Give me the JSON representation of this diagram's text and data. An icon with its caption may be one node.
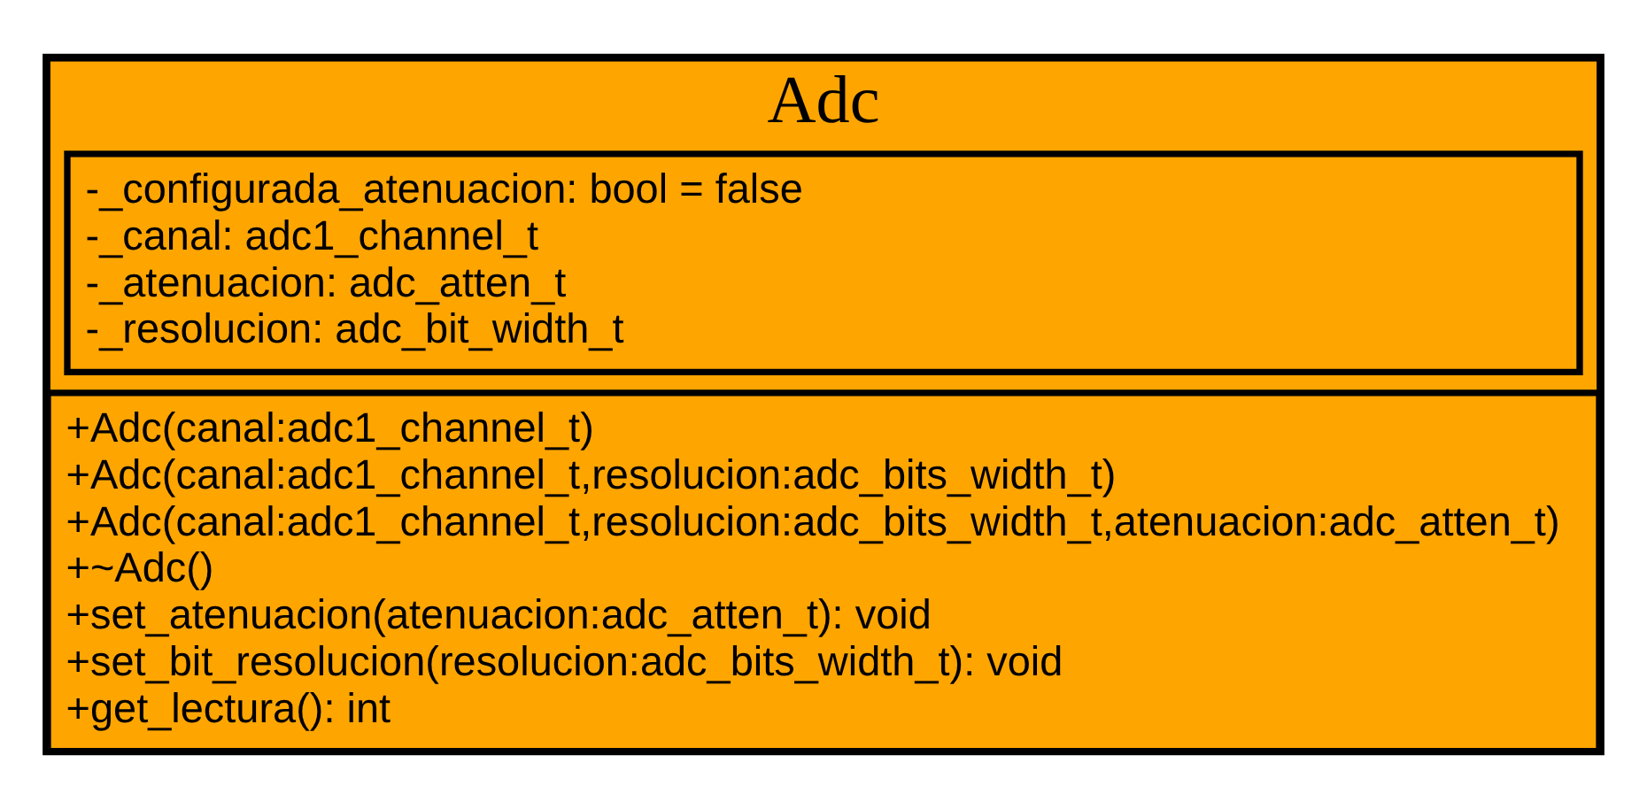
{
  "diagram": {
    "nodes": [
      {
        "text": [
          "Adc"
        ]
      },
      {
        "text": [
          "-_configurada_atenuacion: bool = false",
          "-_canal: adc1_channel_t",
          "-_atenuacion: adc_atten_t",
          "-_resolucion: adc_bit_width_t"
        ],
        "in": 0
      },
      {
        "text": [
          "+Adc(canal:adc1_channel_t)",
          "+Adc(canal:adc1_channel_t,resolucion:adc_bits_width_t)",
          "+Adc(canal:adc1_channel_t,resolucion:adc_bits_width_t,atenuacion:adc_atten_t)",
          "+~Adc()",
          "+set_atenuacion(atenuacion:adc_atten_t): void",
          "+set_bit_resolucion(resolucion:adc_bits_width_t): void",
          "+get_lectura(): int"
        ],
        "in": 0
      }
    ],
    "edges": []
  }
}
